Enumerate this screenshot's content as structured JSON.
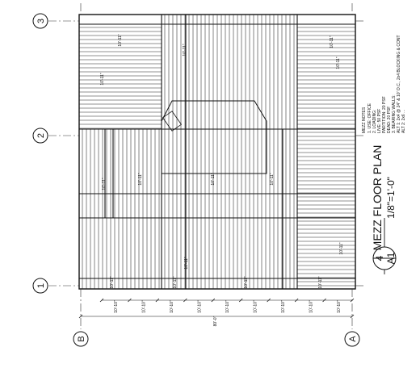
{
  "grid": {
    "lines": [
      "3",
      "2",
      "1",
      "B",
      "A"
    ]
  },
  "title_block": {
    "detail_number": "4",
    "sheet_number": "A1",
    "title": "MEZZ FLOOR PLAN",
    "scale": "1/8\"=1'-0\""
  },
  "notes": {
    "heading": "MEZZ NOTES",
    "lines": [
      "1. USE: OFFICE",
      "2. LOADING:",
      "   LIVE: 50 PSF",
      "   PARTITION: 20 PSF",
      "   DEAD: 20 PSF",
      "3. BEARING WALLS:",
      "ALT 1: 2x4 @ 24\" & 10' O.C., 2x4 BLOCKING & CONT",
      "ALT 2: 2x6 ..."
    ]
  },
  "dimensions": {
    "bays": [
      "10'-10\"",
      "10'-10\"",
      "10'-10\"",
      "10'-10\"",
      "10'-10\"",
      "10'-10\"",
      "10'-10\"",
      "10'-10\"",
      "10'-10\""
    ],
    "overall": "80'-0\""
  },
  "labels": {
    "top": [
      "10'-11\"",
      "10'-11\"",
      "10'-11\""
    ],
    "mid": [
      "10'-11\"",
      "10'-11\"",
      "10'-11\"",
      "10'-11\""
    ],
    "bottom": [
      "10'-11\"",
      "10'-11\"",
      "10'-11\"",
      "10'-11\"",
      "10'-11\""
    ],
    "side": [
      "10'-11\"",
      "10'-11\"",
      "10'-11\""
    ]
  }
}
